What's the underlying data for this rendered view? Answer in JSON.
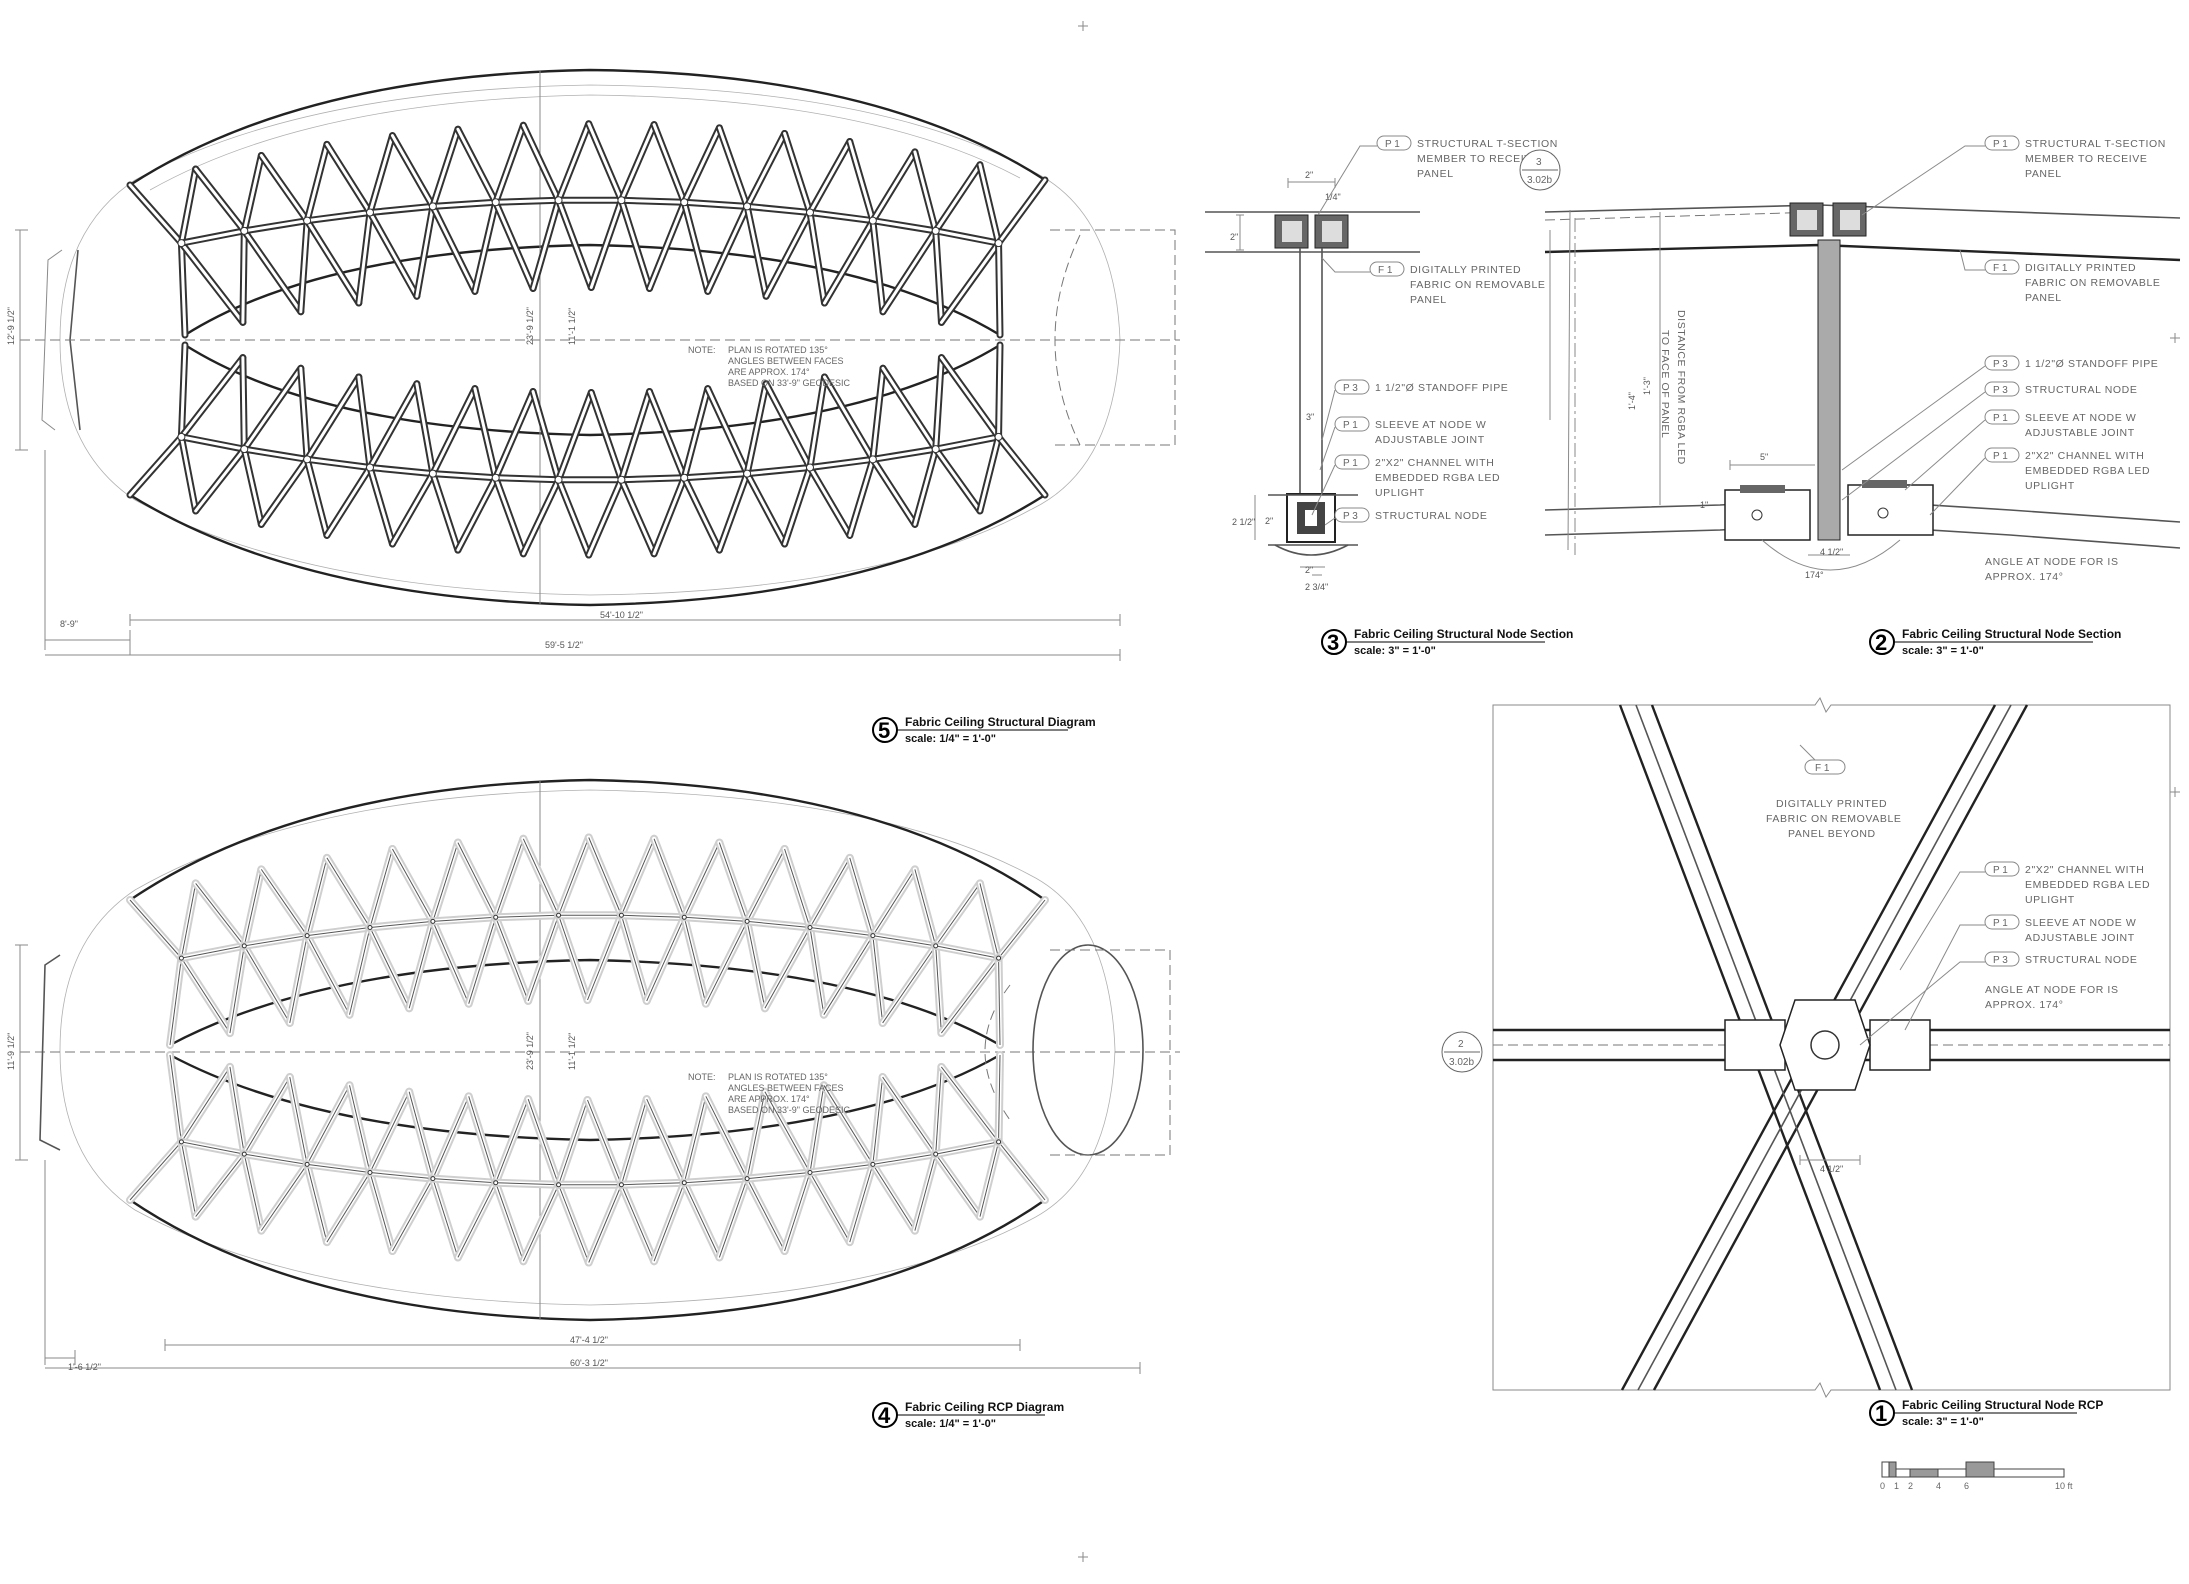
{
  "details": {
    "d5": {
      "number": "5",
      "title": "Fabric Ceiling Structural Diagram",
      "scale": "scale:  1/4\" = 1'-0\""
    },
    "d3": {
      "number": "3",
      "title": "Fabric Ceiling Structural Node Section",
      "scale": "scale:  3\" = 1'-0\""
    },
    "d2": {
      "number": "2",
      "title": "Fabric Ceiling Structural Node Section",
      "scale": "scale:  3\" = 1'-0\""
    },
    "d4": {
      "number": "4",
      "title": "Fabric Ceiling RCP Diagram",
      "scale": "scale:  1/4\" = 1'-0\""
    },
    "d1": {
      "number": "1",
      "title": "Fabric Ceiling Structural Node RCP",
      "scale": "scale:  3\" = 1'-0\""
    }
  },
  "plan_note": [
    "NOTE:",
    "PLAN IS ROTATED 135°",
    "ANGLES BETWEEN FACES",
    "ARE APPROX. 174°",
    "BASED ON 33'-9\" GEODESIC"
  ],
  "plan5_dims": {
    "height_left": "12'-9 1/2\"",
    "height_mid": "23'-9 1/2\"",
    "height_mid2": "11'-1 1/2\"",
    "offset": "8'-9\"",
    "inner": "54'-10 1/2\"",
    "overall": "59'-5 1/2\""
  },
  "plan4_dims": {
    "height_left": "11'-9 1/2\"",
    "height_mid": "23'-9 1/2\"",
    "height_mid2": "11'-1 1/2\"",
    "offset": "1'-6 1/2\"",
    "inner": "47'-4 1/2\"",
    "overall": "60'-3 1/2\""
  },
  "callouts": {
    "p1_tsection": {
      "tag": "P 1",
      "lines": [
        "STRUCTURAL T-SECTION",
        "MEMBER TO RECEIVE",
        "PANEL"
      ]
    },
    "f1_fabric": {
      "tag": "F 1",
      "lines": [
        "DIGITALLY PRINTED",
        "FABRIC ON REMOVABLE",
        "PANEL"
      ]
    },
    "p3_pipe": {
      "tag": "P 3",
      "lines": [
        "1 1/2\"Ø STANDOFF PIPE"
      ]
    },
    "p1_sleeve": {
      "tag": "P 1",
      "lines": [
        "SLEEVE AT NODE W",
        "ADJUSTABLE JOINT"
      ]
    },
    "p1_channel": {
      "tag": "P 1",
      "lines": [
        "2\"X2\" CHANNEL WITH",
        "EMBEDDED RGBA LED",
        "UPLIGHT"
      ]
    },
    "p3_node": {
      "tag": "P 3",
      "lines": [
        "STRUCTURAL NODE"
      ]
    },
    "angle_note": [
      "ANGLE AT NODE FOR IS",
      "APPROX. 174°"
    ],
    "f1_beyond": {
      "tag": "F 1",
      "lines": [
        "DIGITALLY PRINTED",
        "FABRIC ON REMOVABLE",
        "PANEL BEYOND"
      ]
    },
    "vertical_note": [
      "DISTANCE FROM RGBA LED",
      "TO FACE OF PANEL"
    ]
  },
  "section_refs": {
    "ref_a": {
      "num": "3",
      "sheet": "3.02b"
    },
    "ref_b": {
      "num": "2",
      "sheet": "3.02b"
    }
  },
  "section_dims": {
    "d3_top": "2\"",
    "d3_small": "1/4\"",
    "d3_left": "2\"",
    "d3_mid": "3\"",
    "d3_btm_left": "2 1/2\"",
    "d3_btm_mid": "2\"",
    "d3_btm_w": "2\"",
    "d3_btm_w2": "2 3/4\"",
    "d2_h1": "1'-3\"",
    "d2_h2": "1'-4\"",
    "d2_w": "5\"",
    "d2_c": "4 1/2\"",
    "d2_angle": "174°",
    "d2_s": "1\"",
    "d1_w": "4 1/2\""
  },
  "scale_bar": {
    "labels": [
      "0",
      "1",
      "2",
      "4",
      "6",
      "10 ft"
    ]
  }
}
